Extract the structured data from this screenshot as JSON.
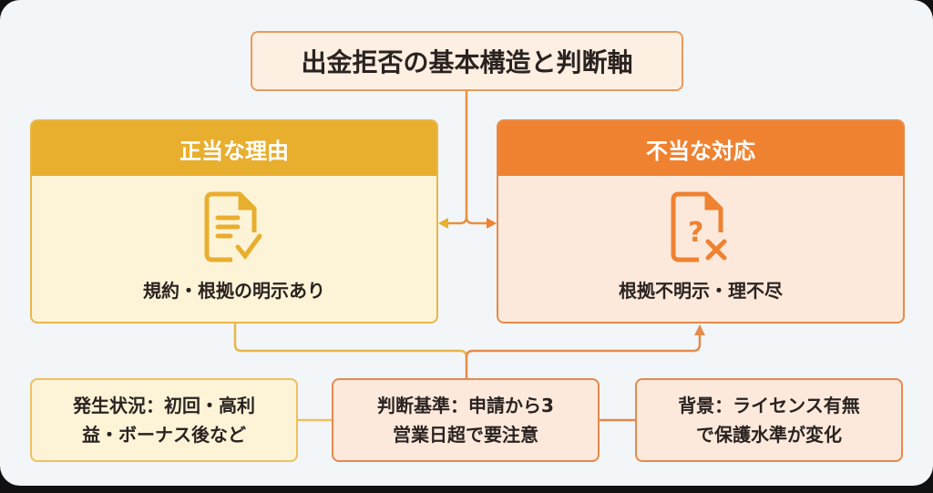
{
  "title": "出金拒否の基本構造と判断軸",
  "legit": {
    "header": "正当な理由",
    "label": "規約・根拠の明示あり",
    "icon": "document-check-icon"
  },
  "improper": {
    "header": "不当な対応",
    "label": "根拠不明示・理不尽",
    "icon": "document-question-x-icon"
  },
  "bottom": [
    {
      "line1": "発生状況：初回・高利",
      "line2": "益・ボーナス後など"
    },
    {
      "line1": "判断基準：申請から3",
      "line2": "営業日超で要注意"
    },
    {
      "line1": "背景：ライセンス有無",
      "line2": "で保護水準が変化"
    }
  ],
  "colors": {
    "gold": "#e8ae2e",
    "orange": "#ef8230",
    "background": "#f2f6f8"
  }
}
